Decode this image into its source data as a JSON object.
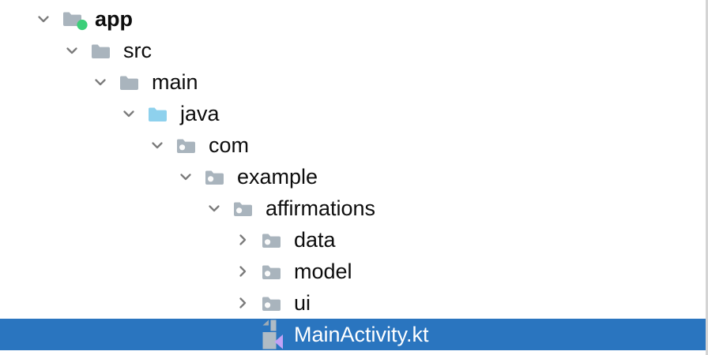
{
  "panel": {
    "name": "project-tool-window",
    "description": "IDE project file tree"
  },
  "colors": {
    "selection_blue": "#2a75bf",
    "folder_gray": "#a9b4bd",
    "folder_fold_gray": "#9fabb4",
    "java_source_blue": "#8ed1ed",
    "package_dot_white": "#fbfbfb",
    "green_badge": "#3ccf79",
    "chevron_gray": "#7b7b7b",
    "kotlin_page_gray": "#b0bcc5",
    "kotlin_purple": "#c2a2f6",
    "border_gray": "#d4d4d4",
    "selected_text": "#ffffff",
    "label_text": "#0d0d0d"
  },
  "tree": {
    "items": [
      {
        "label": "app",
        "level": 0,
        "state": "expanded",
        "icon": "module-folder",
        "bold": true,
        "selected": false
      },
      {
        "label": "src",
        "level": 1,
        "state": "expanded",
        "icon": "folder",
        "bold": false,
        "selected": false
      },
      {
        "label": "main",
        "level": 2,
        "state": "expanded",
        "icon": "folder",
        "bold": false,
        "selected": false
      },
      {
        "label": "java",
        "level": 3,
        "state": "expanded",
        "icon": "source-folder",
        "bold": false,
        "selected": false
      },
      {
        "label": "com",
        "level": 4,
        "state": "expanded",
        "icon": "package",
        "bold": false,
        "selected": false
      },
      {
        "label": "example",
        "level": 5,
        "state": "expanded",
        "icon": "package",
        "bold": false,
        "selected": false
      },
      {
        "label": "affirmations",
        "level": 6,
        "state": "expanded",
        "icon": "package",
        "bold": false,
        "selected": false
      },
      {
        "label": "data",
        "level": 7,
        "state": "collapsed",
        "icon": "package",
        "bold": false,
        "selected": false
      },
      {
        "label": "model",
        "level": 7,
        "state": "collapsed",
        "icon": "package",
        "bold": false,
        "selected": false
      },
      {
        "label": "ui",
        "level": 7,
        "state": "collapsed",
        "icon": "package",
        "bold": false,
        "selected": false
      },
      {
        "label": "MainActivity.kt",
        "level": 7,
        "state": "none",
        "icon": "kotlin-file",
        "bold": false,
        "selected": true
      }
    ]
  }
}
